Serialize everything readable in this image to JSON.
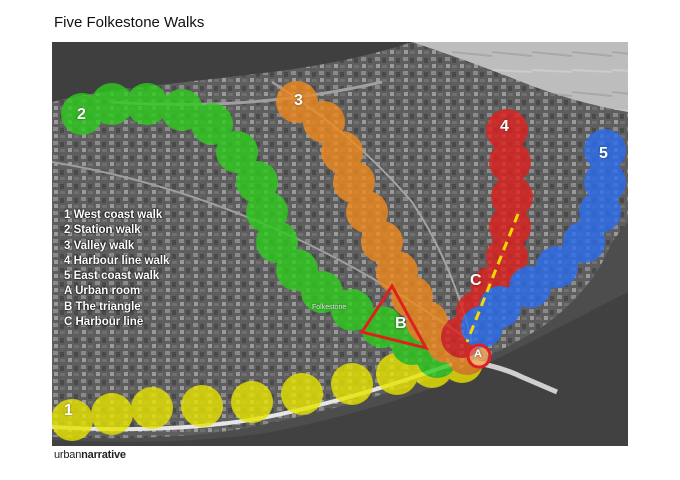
{
  "title": "Five Folkestone Walks",
  "legend": [
    "1 West coast walk",
    "2 Station walk",
    "3 Valley walk",
    "4 Harbour line walk",
    "5 East coast walk",
    "A Urban room",
    "B The triangle",
    "C Harbour line"
  ],
  "map": {
    "place_label": "Folkestone",
    "walks": [
      {
        "id": "1",
        "name": "West coast walk",
        "color": "#e8e400"
      },
      {
        "id": "2",
        "name": "Station walk",
        "color": "#2ecc1e"
      },
      {
        "id": "3",
        "name": "Valley walk",
        "color": "#f0891e"
      },
      {
        "id": "4",
        "name": "Harbour line walk",
        "color": "#e0201e"
      },
      {
        "id": "5",
        "name": "East coast walk",
        "color": "#2a6ef0"
      }
    ],
    "markers": {
      "A": "A",
      "B": "B",
      "C": "C"
    },
    "marker_color": "#e0201e",
    "harbour_line_color": "#f5d800"
  },
  "brand": {
    "part1": "urban",
    "part2": "narrative"
  }
}
